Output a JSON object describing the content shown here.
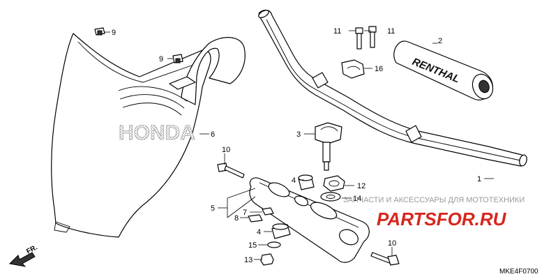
{
  "diagram_code": "MKE4F0700",
  "front_indicator": "FR.",
  "brand_on_cover": "HONDA",
  "brand_on_pad": "RENTHAL",
  "watermark": {
    "caption": "ЗАПЧАСТИ И АКСЕССУАРЫ ДЛЯ МОТОТЕХНИКИ",
    "logo": "PARTSFOR.RU"
  },
  "callouts": {
    "c1": "1",
    "c2": "2",
    "c3": "3",
    "c4a": "4",
    "c4b": "4",
    "c5": "5",
    "c6": "6",
    "c7": "7",
    "c8": "8",
    "c9a": "9",
    "c9b": "9",
    "c10a": "10",
    "c10b": "10",
    "c11a": "11",
    "c11b": "11",
    "c12": "12",
    "c13": "13",
    "c14": "14",
    "c15": "15",
    "c16": "16"
  }
}
